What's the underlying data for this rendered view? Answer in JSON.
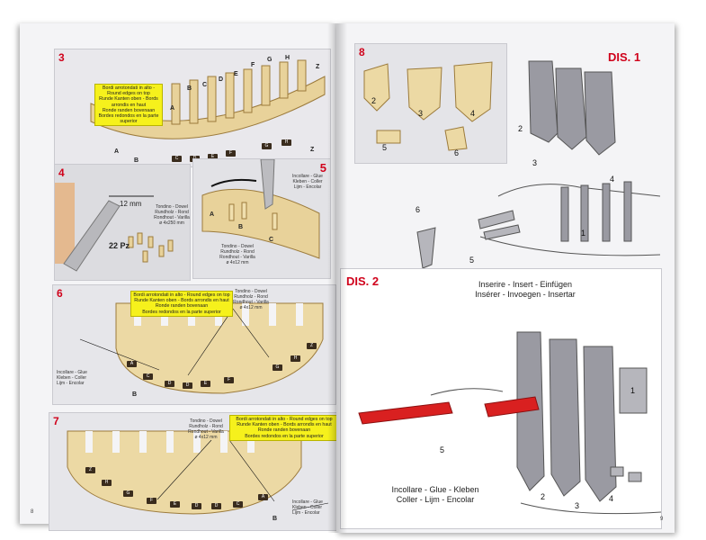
{
  "left_page": {
    "page_number": "8",
    "step3": {
      "number": "3",
      "note": [
        "Bordi arrotondati in alto - Round edges on top",
        "Runde Kanten oben - Bords arrondis en haut",
        "Ronde randen bovenaan",
        "Bordes redondos en la parte superior"
      ],
      "frame_labels": [
        "A",
        "B",
        "C",
        "D",
        "E",
        "F",
        "G",
        "H",
        "Z"
      ],
      "piece_labels": [
        "A",
        "B",
        "C",
        "D",
        "E",
        "F",
        "G",
        "H",
        "Z"
      ]
    },
    "step4": {
      "number": "4",
      "length": "12 mm",
      "count": "22 Pz",
      "dowel_text": [
        "Tondino - Dowel",
        "Rundholz - Rond",
        "Rondhout - Varilla",
        "ø 4x250 mm"
      ]
    },
    "step5": {
      "number": "5",
      "glue_text": [
        "Incollare - Glue",
        "Kleben - Coller",
        "Lijm - Encolar"
      ],
      "dowel_text": [
        "Tondino - Dowel",
        "Rundholz - Rond",
        "Rondhout - Varilla",
        "ø 4x12 mm"
      ],
      "labels": [
        "A",
        "B",
        "C"
      ]
    },
    "step6": {
      "number": "6",
      "note": [
        "Bordi arrotondati in alto - Round edges on top",
        "Runde Kanten oben - Bords arrondis en haut",
        "Ronde randen bovenaan",
        "Bordes redondos en la parte superior"
      ],
      "dowel_text": [
        "Tondino - Dowel",
        "Rundholz - Rond",
        "Rondhout - Varilla",
        "ø 4x12 mm"
      ],
      "glue_text": [
        "Incollare - Glue",
        "Kleben - Coller",
        "Lijm - Encolar"
      ],
      "pieces": [
        "A",
        "C",
        "D",
        "D",
        "E",
        "F",
        "G",
        "H",
        "Z"
      ],
      "label_b": "B"
    },
    "step7": {
      "number": "7",
      "note": [
        "Bordi arrotondati in alto - Round edges on top",
        "Runde Kanten oben - Bords arrondis en haut",
        "Ronde randen bovenaan",
        "Bordes redondos en la parte superior"
      ],
      "dowel_text": [
        "Tondino - Dowel",
        "Rundholz - Rond",
        "Rondhout - Varilla",
        "ø 4x12 mm"
      ],
      "glue_text": [
        "Incollare - Glue",
        "Kleben - Coller",
        "Lijm - Encolar"
      ],
      "pieces": [
        "Z",
        "H",
        "G",
        "F",
        "E",
        "D",
        "D",
        "C",
        "A"
      ],
      "label_b": "B"
    }
  },
  "right_page": {
    "page_number": "9",
    "step8": {
      "number": "8",
      "part_labels": [
        "2",
        "3",
        "4",
        "5",
        "6"
      ]
    },
    "dis1": {
      "title": "DIS. 1",
      "part_labels": [
        "2",
        "3",
        "4",
        "1",
        "6",
        "5"
      ]
    },
    "dis2": {
      "title": "DIS. 2",
      "insert_text": [
        "Inserire - Insert - Einfügen",
        "Insérer - Invoegen - Insertar"
      ],
      "glue_text": [
        "Incollare - Glue - Kleben",
        "Coller - Lijm - Encolar"
      ],
      "part_labels": [
        "1",
        "5",
        "2",
        "3",
        "4"
      ]
    }
  },
  "colors": {
    "step_red": "#d0021b",
    "note_yellow": "#f6f11c",
    "wood": "#e8d29a",
    "diagram_grey": "#9a9aa2",
    "highlight_red": "#d92020"
  }
}
